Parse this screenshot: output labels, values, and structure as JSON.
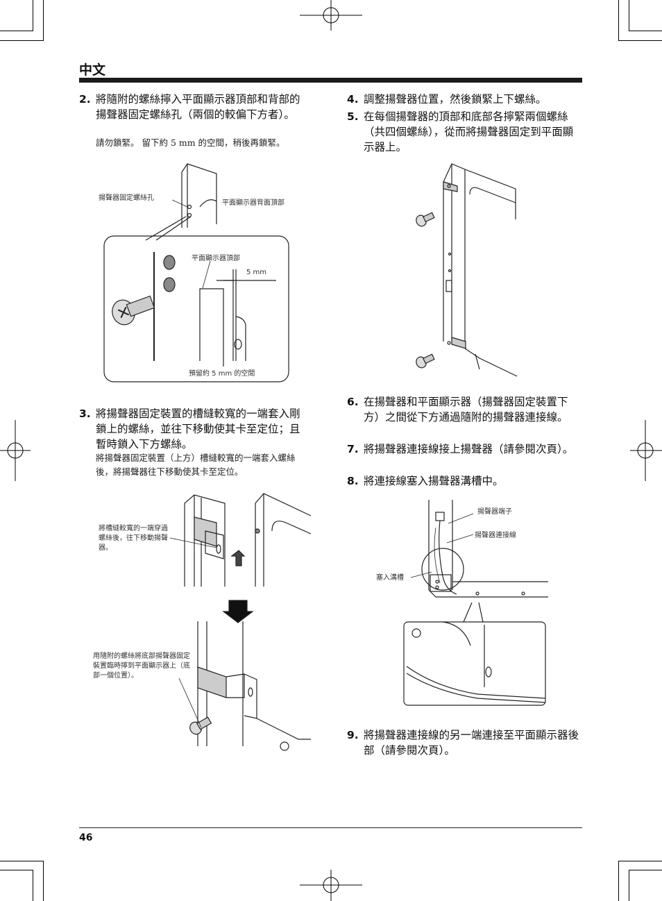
{
  "header": {
    "title": "中文"
  },
  "footer": {
    "page_number": "46"
  },
  "steps": {
    "s2": {
      "num": "2.",
      "text": "將隨附的螺絲擰入平面顯示器頂部和背部的揚聲器固定螺絲孔（兩個的較偏下方者）。",
      "note": "請勿鎖緊。 留下約 5 mm 的空間，稍後再鎖緊。"
    },
    "s3": {
      "num": "3.",
      "text": "將揚聲器固定裝置的槽縫較寬的一端套入剛鎖上的螺絲，並往下移動使其卡至定位；且暫時鎖入下方螺絲。",
      "note": "將揚聲器固定裝置（上方）槽縫較寬的一端套入螺絲後，將揚聲器往下移動使其卡至定位。"
    },
    "s4": {
      "num": "4.",
      "text": "調整揚聲器位置，然後鎖緊上下螺絲。"
    },
    "s5": {
      "num": "5.",
      "text": "在每個揚聲器的頂部和底部各擰緊兩個螺絲（共四個螺絲），從而將揚聲器固定到平面顯示器上。"
    },
    "s6": {
      "num": "6.",
      "text": "在揚聲器和平面顯示器（揚聲器固定裝置下方）之間從下方通過隨附的揚聲器連接線。"
    },
    "s7": {
      "num": "7.",
      "text": "將揚聲器連接線接上揚聲器（請參閱次頁）。"
    },
    "s8": {
      "num": "8.",
      "text": "將連接線塞入揚聲器溝槽中。"
    },
    "s9": {
      "num": "9.",
      "text": "將揚聲器連接線的另一端連接至平面顯示器後部（請參閱次頁）。"
    }
  },
  "figures": {
    "fig1": {
      "hole_label": "揚聲器固定螺絲孔",
      "back_top_label": "平面顯示器背面頂部",
      "top_label": "平面顯示器頂部",
      "gap_label": "5 mm",
      "space_label": "預留約 5 mm 的空間"
    },
    "fig2": {
      "slot_label": "將槽縫較寬的一端穿過螺絲後，往下移動揚聲器。",
      "screw_label": "用隨附的螺絲將底部揚聲器固定裝置臨時擰到平面顯示器上（底部一個位置）。"
    },
    "fig3": {
      "terminal_label": "揚聲器端子",
      "cable_label": "揚聲器連接線",
      "groove_label": "塞入溝槽"
    }
  }
}
